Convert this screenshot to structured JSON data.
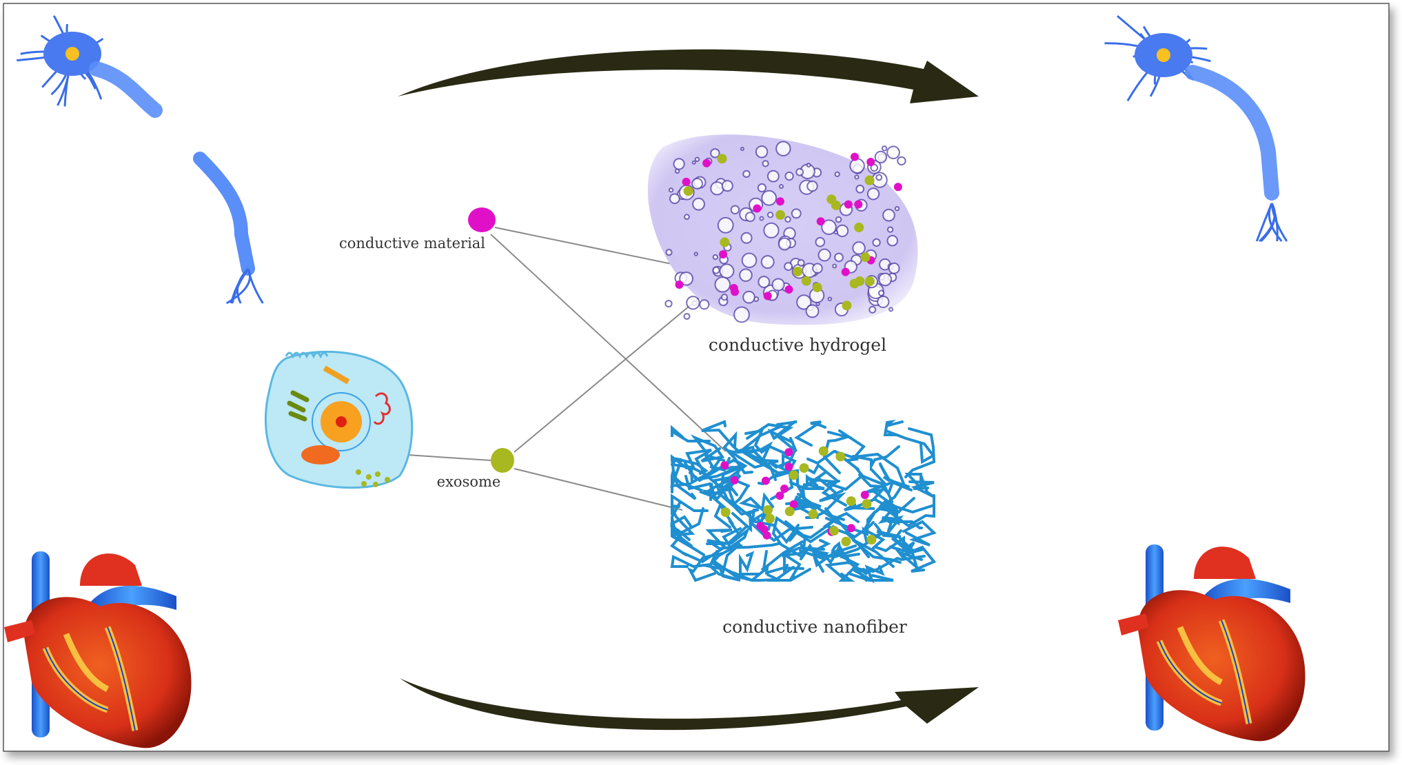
{
  "labels": {
    "conductive_material": "conductive material",
    "exosome": "exosome",
    "conductive_hydrogel": "conductive hydrogel",
    "conductive_nanofiber": "conductive nanofiber"
  },
  "colors": {
    "conductive_material": "#e010c8",
    "exosome": "#a8b820",
    "hydrogel": "#c8bff0",
    "nanofiber": "#1f8fd0",
    "arrow": "#2a2a14",
    "neuron": "#3a6ee8",
    "heart": "#d8301a"
  }
}
